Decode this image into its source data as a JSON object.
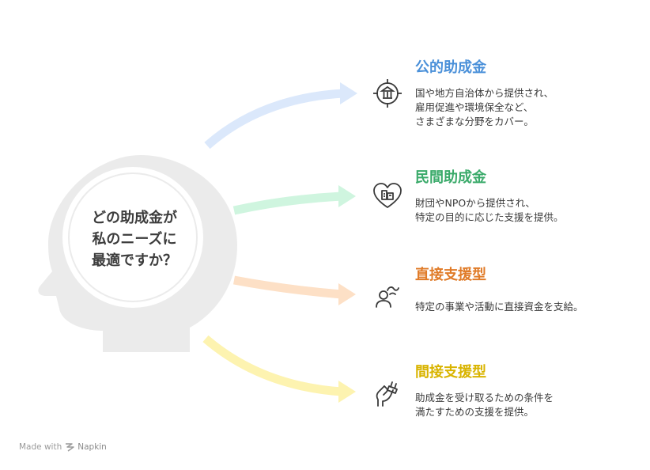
{
  "center": {
    "lines": [
      "どの助成金が",
      "私のニーズに",
      "最適ですか？"
    ]
  },
  "items": [
    {
      "title": "公的助成金",
      "description": "国や地方自治体から提供され、\n雇用促進や環境保全など、\nさまざまな分野をカバー。",
      "color": "#4a90d9",
      "arrow_color": "#dbe8fb",
      "icon": "bank-target-icon"
    },
    {
      "title": "民間助成金",
      "description": "財団やNPOから提供され、\n特定の目的に応じた支援を提供。",
      "color": "#3aaa6a",
      "arrow_color": "#cff5df",
      "icon": "heart-building-icon"
    },
    {
      "title": "直接支援型",
      "description": "特定の事業や活動に直接資金を支給。",
      "color": "#e07b28",
      "arrow_color": "#fde0c6",
      "icon": "person-wave-icon"
    },
    {
      "title": "間接支援型",
      "description": "助成金を受け取るための条件を\n満たすための支援を提供。",
      "color": "#d9b400",
      "arrow_color": "#fdf3b0",
      "icon": "hand-plug-icon"
    }
  ],
  "footer": {
    "made_with": "Made with",
    "brand": "Napkin"
  }
}
